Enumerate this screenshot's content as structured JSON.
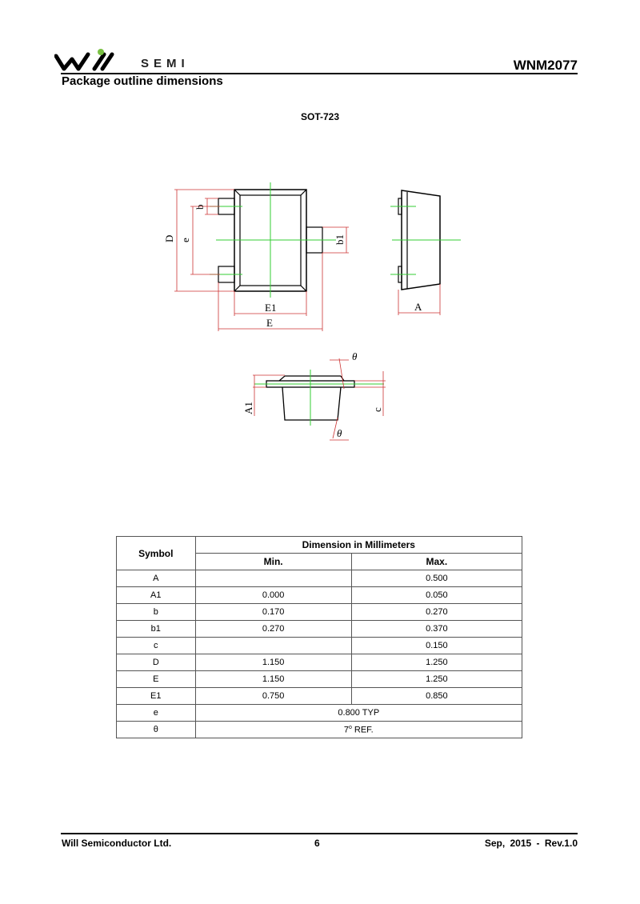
{
  "header": {
    "brand_text": "SEMI",
    "doc_code": "WNM2077"
  },
  "section_title": "Package outline dimensions",
  "package_name": "SOT-723",
  "drawing_labels": {
    "D": "D",
    "e": "e",
    "b": "b",
    "b1": "b1",
    "E1": "E1",
    "E": "E",
    "A": "A",
    "A1": "A1",
    "c": "c",
    "theta_top": "θ",
    "theta_bottom": "θ"
  },
  "table": {
    "header_symbol": "Symbol",
    "header_group": "Dimension in Millimeters",
    "header_min": "Min.",
    "header_max": "Max.",
    "rows": [
      {
        "symbol": "A",
        "min": "",
        "max": "0.500"
      },
      {
        "symbol": "A1",
        "min": "0.000",
        "max": "0.050"
      },
      {
        "symbol": "b",
        "min": "0.170",
        "max": "0.270"
      },
      {
        "symbol": "b1",
        "min": "0.270",
        "max": "0.370"
      },
      {
        "symbol": "c",
        "min": "",
        "max": "0.150"
      },
      {
        "symbol": "D",
        "min": "1.150",
        "max": "1.250"
      },
      {
        "symbol": "E",
        "min": "1.150",
        "max": "1.250"
      },
      {
        "symbol": "E1",
        "min": "0.750",
        "max": "0.850"
      }
    ],
    "row_e": {
      "symbol": "e",
      "value": "0.800 TYP"
    },
    "row_theta": {
      "symbol": "θ",
      "value_number": "7",
      "value_degree": "o",
      "value_suffix": " REF."
    }
  },
  "footer": {
    "company": "Will Semiconductor Ltd.",
    "page": "6",
    "revision": "Sep, 2015 - Rev.1.0"
  },
  "colors": {
    "outline": "#000000",
    "centerline": "#33cc33",
    "dimension": "#cc3333",
    "logo_dot": "#7ac143"
  }
}
